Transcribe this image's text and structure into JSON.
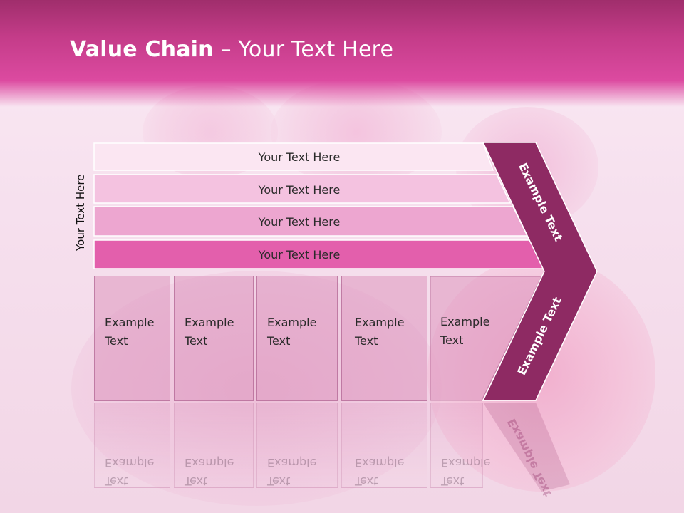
{
  "slide": {
    "title_bold": "Value Chain",
    "title_rest": " – Your Text Here",
    "side_label": "Your Text Here"
  },
  "rows": [
    {
      "label": "Your Text Here"
    },
    {
      "label": "Your Text Here"
    },
    {
      "label": "Your Text Here"
    },
    {
      "label": "Your Text Here"
    }
  ],
  "boxes": [
    {
      "line1": "Example",
      "line2": "Text"
    },
    {
      "line1": "Example",
      "line2": "Text"
    },
    {
      "line1": "Example",
      "line2": "Text"
    },
    {
      "line1": "Example",
      "line2": "Text"
    },
    {
      "line1": "Example",
      "line2": "Text"
    }
  ],
  "arrow": {
    "upper_label": "Example Text",
    "lower_label": "Example Text"
  },
  "colors": {
    "header": "#c43c89",
    "arrow": "#8e2a63",
    "row1": "#fbe6f2",
    "row2": "#f4c2e0",
    "row3": "#eda6d0",
    "row4": "#e35fac"
  }
}
